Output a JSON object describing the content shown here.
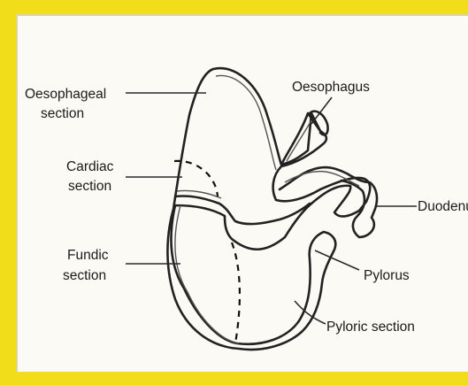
{
  "labels": {
    "oesophageal_section_1": "Oesophageal",
    "oesophageal_section_2": "section",
    "oesophagus": "Oesophagus",
    "cardiac_section_1": "Cardiac",
    "cardiac_section_2": "section",
    "duodenum": "Duodenum",
    "fundic_section_1": "Fundic",
    "fundic_section_2": "section",
    "pylorus": "Pylorus",
    "pyloric_section": "Pyloric section"
  },
  "colors": {
    "frame": "#f2dd1a",
    "panel": "#fbfaf5",
    "ink": "#222222"
  }
}
